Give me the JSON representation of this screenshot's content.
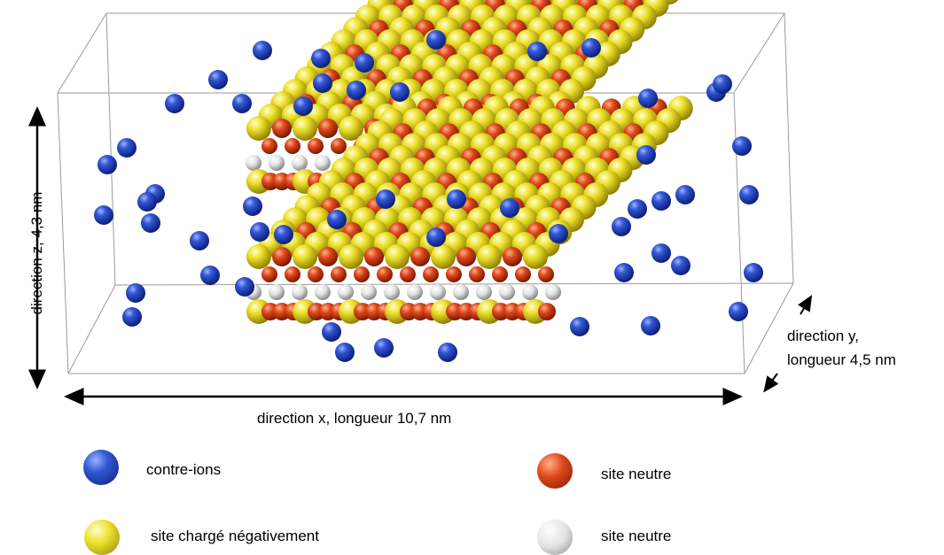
{
  "labels": {
    "z_axis": "direction z, 4,3 nm",
    "x_axis": "direction x, longueur 10,7 nm",
    "y_axis_line1": "direction y,",
    "y_axis_line2": "longueur 4,5 nm"
  },
  "legend": [
    {
      "label": "contre-ions",
      "color": "#1f3fb8"
    },
    {
      "label": "site neutre",
      "color": "#d8431a"
    },
    {
      "label": "site chargé négativement",
      "color": "#e3d21e"
    },
    {
      "label": "site neutre",
      "color": "#d8d8d8"
    }
  ],
  "colors": {
    "counter_ion": "#1f3fb8",
    "charged_site": "#e3d21e",
    "neutral_site_red": "#d8431a",
    "neutral_site_white": "#d8d8d8",
    "box_edge": "#888888"
  }
}
